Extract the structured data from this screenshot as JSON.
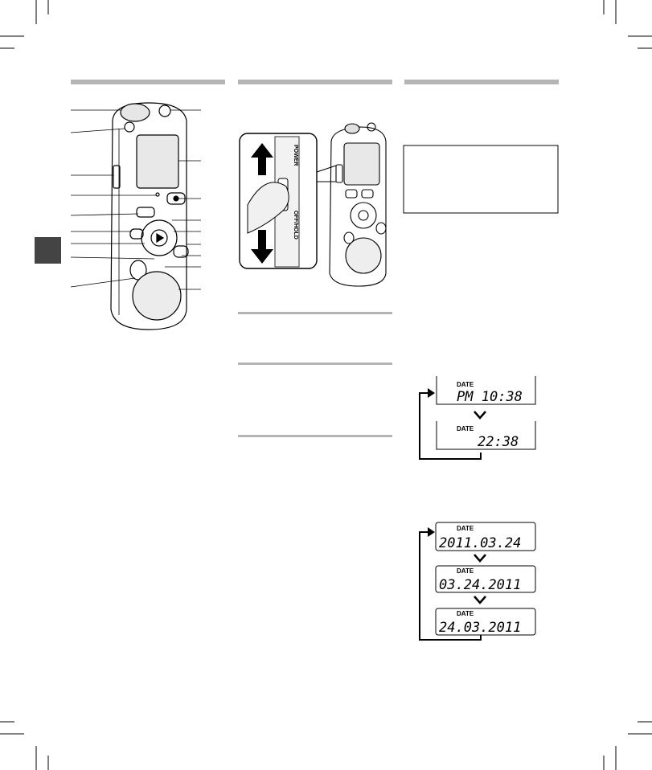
{
  "display": {
    "date_tag": "DATE",
    "time_12h": "PM 10:38",
    "time_24h": "22:38",
    "date_ymd": "2011.03.24",
    "date_mdy": "03.24.2011",
    "date_dmy": "24.03.2011"
  },
  "device_labels": {
    "slide_text": "POWER",
    "hold_text": "OFF/HOLD"
  },
  "colors": {
    "ink": "#000000",
    "rule_gray": "#b4b4b4",
    "tab_gray": "#444444",
    "device_gray": "#d9d9d9"
  }
}
